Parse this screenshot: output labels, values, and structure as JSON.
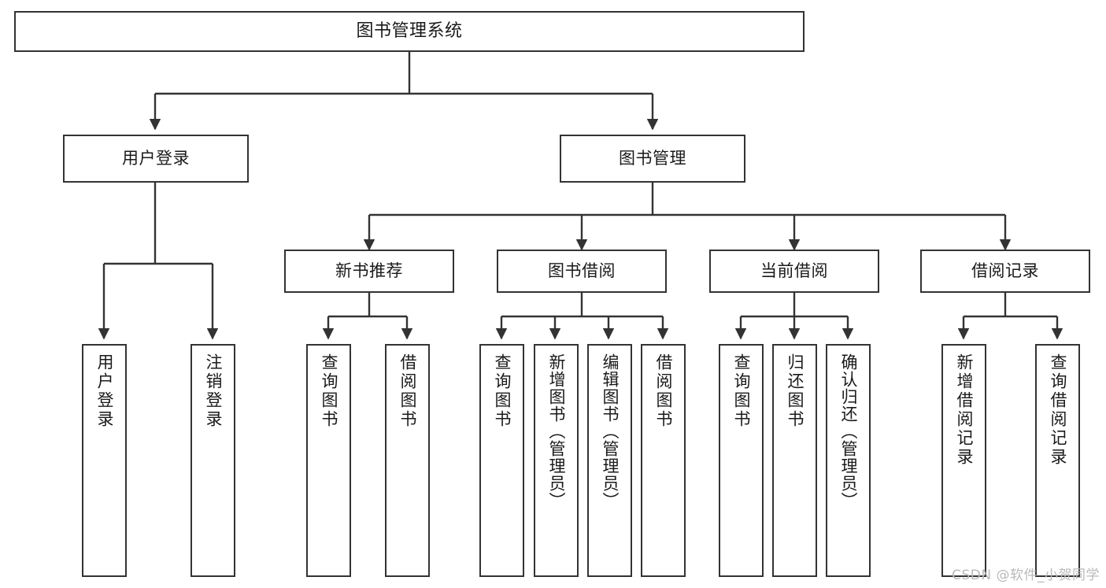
{
  "diagram": {
    "title": "图书管理系统",
    "type": "tree-hierarchy",
    "colors": {
      "background": "#ffffff",
      "node_border": "#333333",
      "node_fill": "#ffffff",
      "connector": "#333333",
      "text": "#1a1a1a",
      "watermark": "#b9b9b9"
    },
    "root": {
      "label": "图书管理系统"
    },
    "level1": [
      {
        "label": "用户登录"
      },
      {
        "label": "图书管理"
      }
    ],
    "level2": [
      {
        "label": "新书推荐"
      },
      {
        "label": "图书借阅"
      },
      {
        "label": "当前借阅"
      },
      {
        "label": "借阅记录"
      }
    ],
    "leaves": {
      "user_login": [
        {
          "label": "用户登录"
        },
        {
          "label": "注销登录"
        }
      ],
      "new_book_recommend": [
        {
          "label": "查询图书"
        },
        {
          "label": "借阅图书"
        }
      ],
      "book_borrow": [
        {
          "label": "查询图书"
        },
        {
          "label": "新增图书（管理员）"
        },
        {
          "label": "编辑图书（管理员）"
        },
        {
          "label": "借阅图书"
        }
      ],
      "current_borrow": [
        {
          "label": "查询图书"
        },
        {
          "label": "归还图书"
        },
        {
          "label": "确认归还（管理员）"
        }
      ],
      "borrow_record": [
        {
          "label": "新增借阅记录"
        },
        {
          "label": "查询借阅记录"
        }
      ]
    }
  },
  "watermark": {
    "text": "CSDN @软件_小贺同学"
  }
}
